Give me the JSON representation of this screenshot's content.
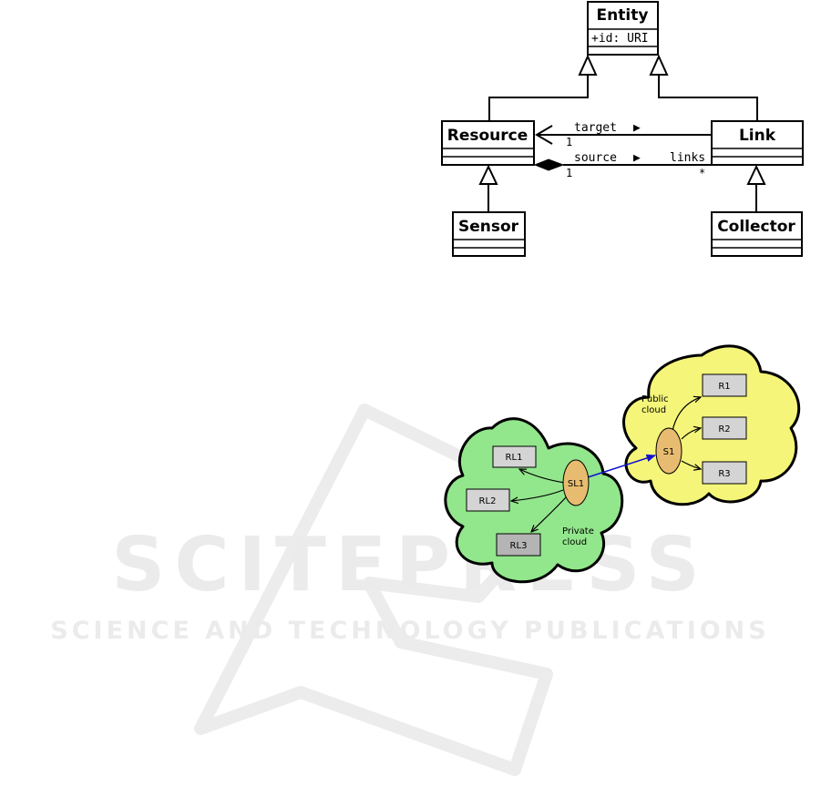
{
  "watermark": {
    "brand": "SCITEPRESS",
    "tagline": "SCIENCE AND TECHNOLOGY PUBLICATIONS"
  },
  "uml": {
    "entity": {
      "name": "Entity",
      "attribute": "+id: URI"
    },
    "resource": {
      "name": "Resource"
    },
    "link": {
      "name": "Link"
    },
    "sensor": {
      "name": "Sensor"
    },
    "collector": {
      "name": "Collector"
    },
    "assoc_target": {
      "label": "target",
      "arrow": "▶",
      "multiplicity": "1"
    },
    "assoc_source": {
      "label": "source",
      "arrow": "▶",
      "source_multiplicity": "1",
      "role": "links",
      "role_multiplicity": "*"
    }
  },
  "clouds": {
    "private": {
      "label_line1": "Private",
      "label_line2": "cloud",
      "fill": "#92e68c"
    },
    "public": {
      "label_line1": "Public",
      "label_line2": "cloud",
      "fill": "#f5f57a"
    },
    "nodes": {
      "sl1": "SL1",
      "s1": "S1",
      "rl1": "RL1",
      "rl2": "RL2",
      "rl3": "RL3",
      "r1": "R1",
      "r2": "R2",
      "r3": "R3"
    },
    "link_color": "#1010d0",
    "node_fill": "#e8bc70"
  }
}
